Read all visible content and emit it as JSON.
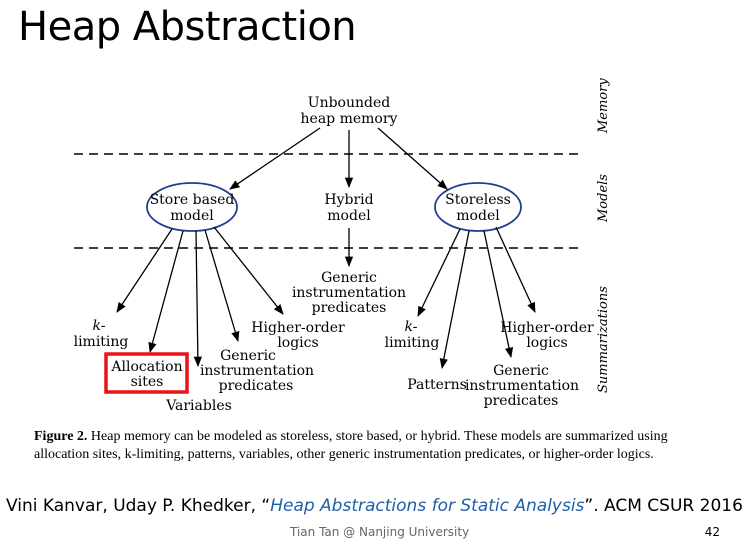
{
  "title": "Heap Abstraction",
  "diagram": {
    "root": [
      "Unbounded",
      "heap memory"
    ],
    "row_labels": {
      "memory": "Memory",
      "models": "Models",
      "summarizations": "Summarizations"
    },
    "models": {
      "store": [
        "Store based",
        "model"
      ],
      "hybrid": [
        "Hybrid",
        "model"
      ],
      "storeless": [
        "Storeless",
        "model"
      ]
    },
    "summaries": {
      "k_left": [
        "k-",
        "limiting"
      ],
      "alloc": [
        "Allocation",
        "sites"
      ],
      "variables": "Variables",
      "generic_left": [
        "Generic",
        "instrumentation",
        "predicates"
      ],
      "higher_left": [
        "Higher-order",
        "logics"
      ],
      "generic_mid": [
        "Generic",
        "instrumentation",
        "predicates"
      ],
      "k_right": [
        "k-",
        "limiting"
      ],
      "patterns": "Patterns",
      "generic_right": [
        "Generic",
        "instrumentation",
        "predicates"
      ],
      "higher_right": [
        "Higher-order",
        "logics"
      ]
    },
    "highlight_color": "#e8141b"
  },
  "caption": {
    "label": "Figure 2.",
    "text": "Heap memory can be modeled as storeless, store based, or hybrid. These models are summarized using allocation sites, k-limiting, patterns, variables, other generic instrumentation predicates, or higher-order logics."
  },
  "citation": {
    "authors": "Vini Kanvar, Uday P. Khedker, “",
    "paper": "Heap Abstractions for Static Analysis",
    "venue": "”. ACM CSUR 2016"
  },
  "footer": "Tian Tan @ Nanjing University",
  "page_number": "42"
}
